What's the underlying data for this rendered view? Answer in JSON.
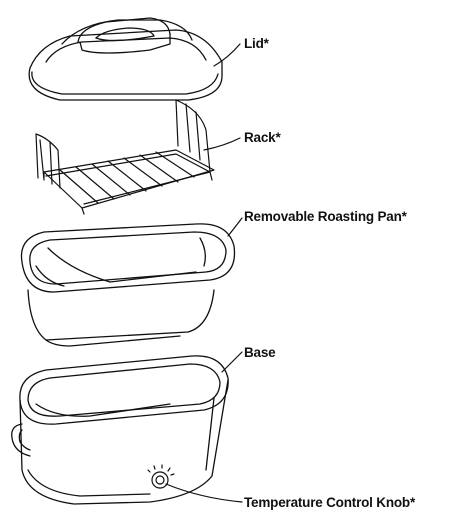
{
  "diagram": {
    "colors": {
      "stroke": "#111111",
      "fill": "#ffffff",
      "shade": "#eeeeee"
    },
    "labels": {
      "lid": "Lid*",
      "rack": "Rack*",
      "pan": "Removable Roasting Pan*",
      "base": "Base",
      "knob": "Temperature Control Knob*"
    }
  }
}
